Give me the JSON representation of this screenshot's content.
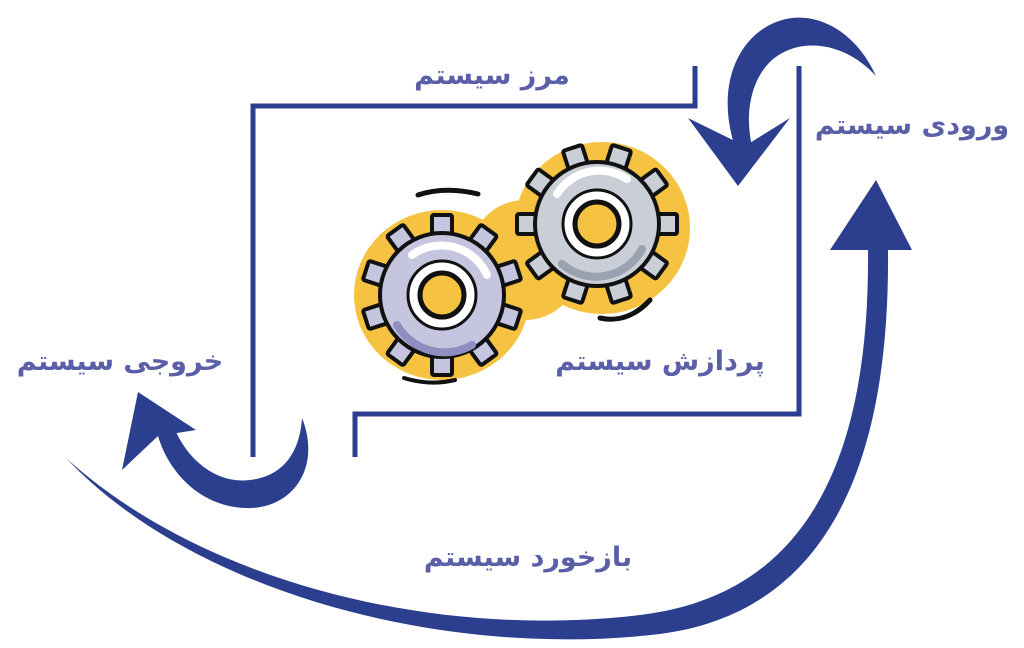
{
  "labels": {
    "boundary": "مرز سیستم",
    "input": "ورودی سیستم",
    "processing": "پردازش سیستم",
    "output": "خروجی سیستم",
    "feedback": "بازخورد سیستم"
  },
  "colors": {
    "arrow": "#2b3f8e",
    "line": "#2b3f8e",
    "label": "#5a5fa8",
    "gear_glow": "#f5c242",
    "gear_left_fill": "#c5c5df",
    "gear_right_fill": "#c9ced7",
    "gear_outline": "#111111",
    "gear_hub": "#f5c242"
  }
}
